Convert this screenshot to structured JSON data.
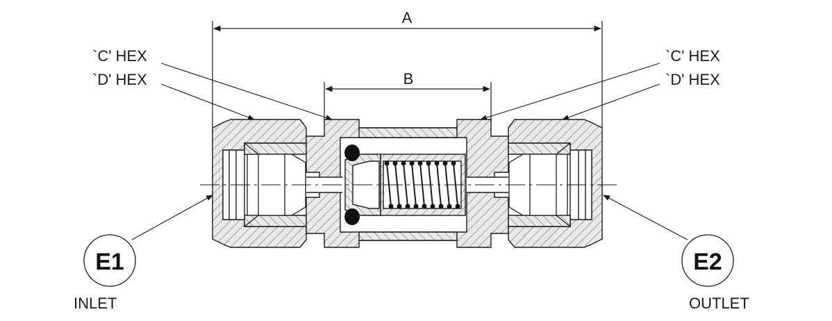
{
  "dimensions": {
    "a": "A",
    "b": "B"
  },
  "left_labels": {
    "c_hex": "`C' HEX",
    "d_hex": "`D' HEX"
  },
  "right_labels": {
    "c_hex": "`C' HEX",
    "d_hex": "`D' HEX"
  },
  "ends": {
    "e1": {
      "tag": "E1",
      "name": "INLET"
    },
    "e2": {
      "tag": "E2",
      "name": "OUTLET"
    }
  },
  "colors": {
    "line": "#1a1a1a",
    "section": "#e6e6e6",
    "background": "#ffffff"
  }
}
